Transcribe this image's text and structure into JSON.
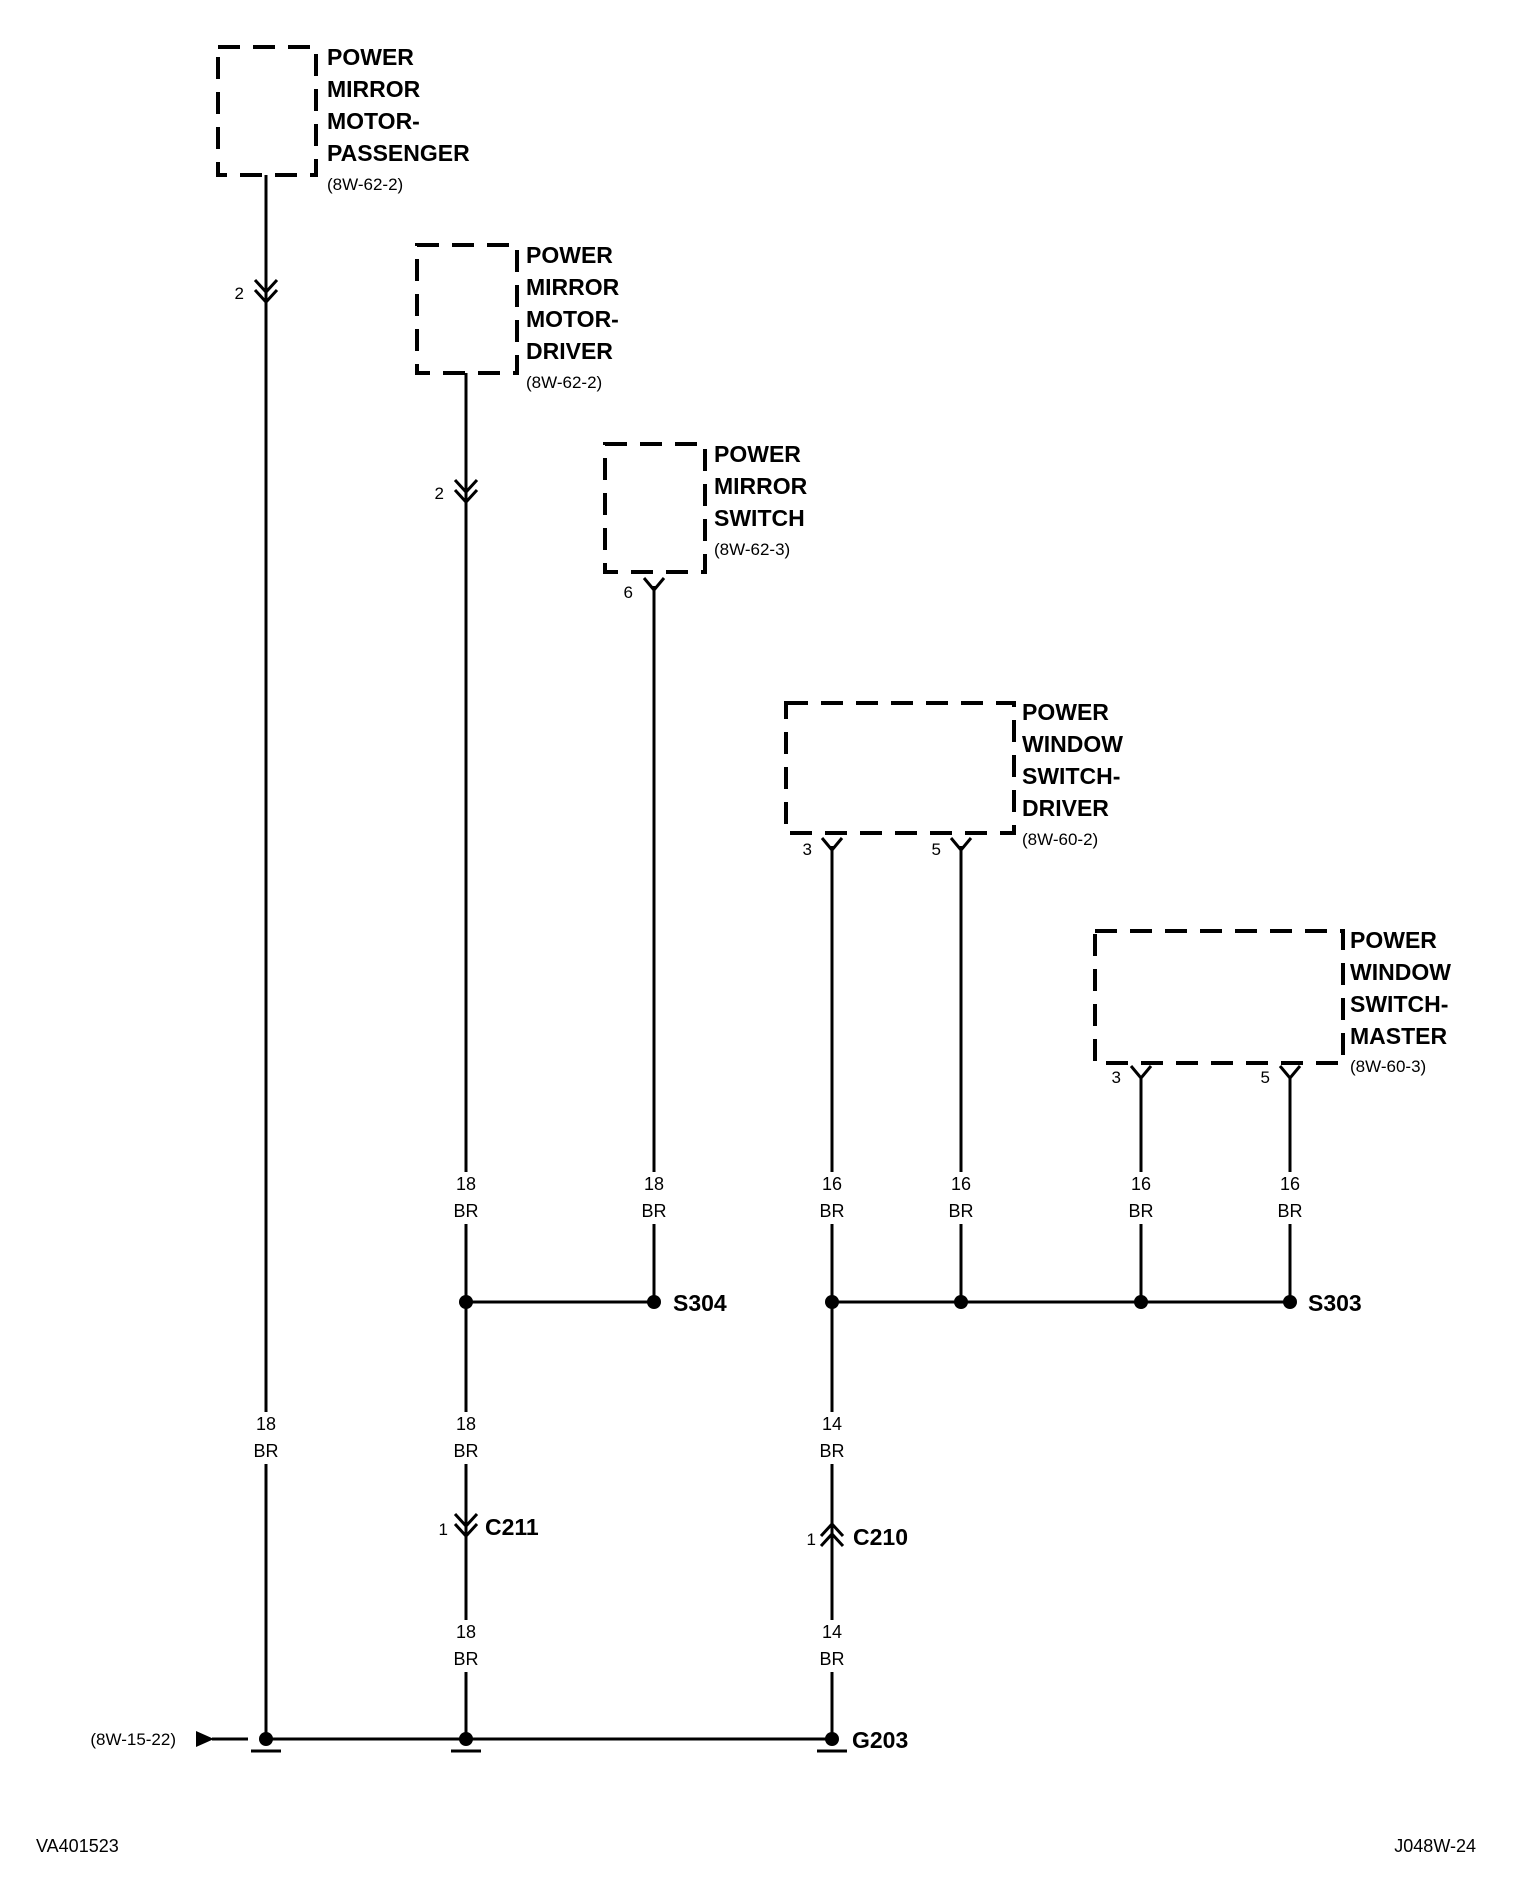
{
  "components": [
    {
      "id": "mirror-motor-passenger",
      "lines": [
        "POWER",
        "MIRROR",
        "MOTOR-",
        "PASSENGER"
      ],
      "ref": "(8W-62-2)"
    },
    {
      "id": "mirror-motor-driver",
      "lines": [
        "POWER",
        "MIRROR",
        "MOTOR-",
        "DRIVER"
      ],
      "ref": "(8W-62-2)"
    },
    {
      "id": "mirror-switch",
      "lines": [
        "POWER",
        "MIRROR",
        "SWITCH"
      ],
      "ref": "(8W-62-3)"
    },
    {
      "id": "window-switch-driver",
      "lines": [
        "POWER",
        "WINDOW",
        "SWITCH-",
        "DRIVER"
      ],
      "ref": "(8W-60-2)"
    },
    {
      "id": "window-switch-master",
      "lines": [
        "POWER",
        "WINDOW",
        "SWITCH-",
        "MASTER"
      ],
      "ref": "(8W-60-3)"
    }
  ],
  "pins": {
    "passenger_motor": "2",
    "driver_motor": "2",
    "mirror_switch": "6",
    "window_driver_left": "3",
    "window_driver_right": "5",
    "window_master_left": "3",
    "window_master_right": "5",
    "c211": "1",
    "c210": "1"
  },
  "wires": {
    "passenger_main": [
      "18",
      "BR"
    ],
    "driver_upper": [
      "18",
      "BR"
    ],
    "switch_upper": [
      "18",
      "BR"
    ],
    "wd3_upper": [
      "16",
      "BR"
    ],
    "wd5_upper": [
      "16",
      "BR"
    ],
    "wm3_upper": [
      "16",
      "BR"
    ],
    "wm5_upper": [
      "16",
      "BR"
    ],
    "driver_mid": [
      "18",
      "BR"
    ],
    "driver_lower": [
      "18",
      "BR"
    ],
    "ground_mid": [
      "14",
      "BR"
    ],
    "ground_lower": [
      "14",
      "BR"
    ]
  },
  "connectors": {
    "c211": "C211",
    "c210": "C210"
  },
  "splices": {
    "s304": "S304",
    "s303": "S303"
  },
  "ground": {
    "label": "G203",
    "ref": "(8W-15-22)"
  },
  "corner": {
    "left": "VA401523",
    "right": "J048W-24"
  }
}
